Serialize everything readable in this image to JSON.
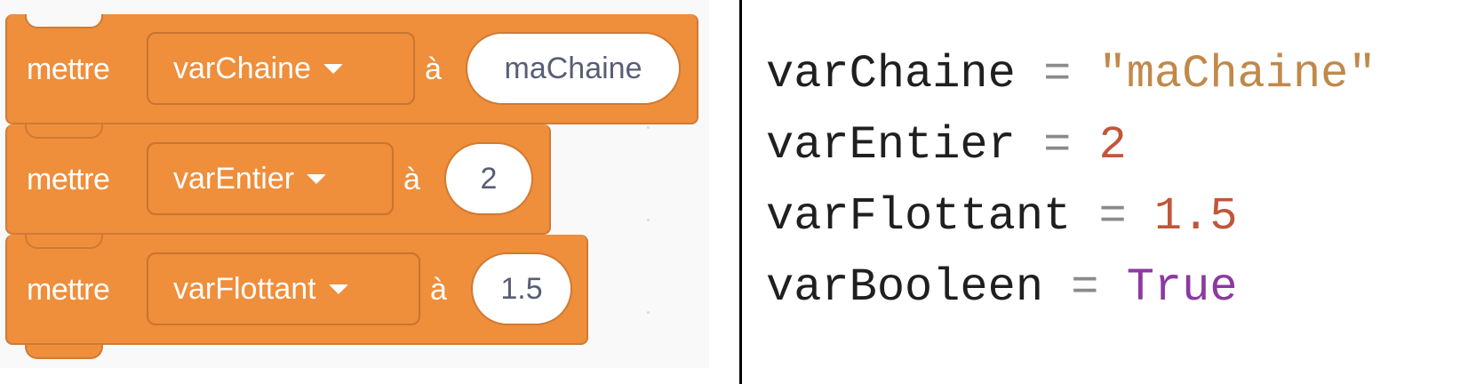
{
  "blocks": [
    {
      "keyword": "mettre",
      "variable": "varChaine",
      "preposition": "à",
      "value": "maChaine"
    },
    {
      "keyword": "mettre",
      "variable": "varEntier",
      "preposition": "à",
      "value": "2"
    },
    {
      "keyword": "mettre",
      "variable": "varFlottant",
      "preposition": "à",
      "value": "1.5"
    }
  ],
  "code": [
    {
      "name": "varChaine",
      "op": "=",
      "value": "\"maChaine\"",
      "kind": "string"
    },
    {
      "name": "varEntier",
      "op": "=",
      "value": "2",
      "kind": "number"
    },
    {
      "name": "varFlottant",
      "op": "=",
      "value": "1.5",
      "kind": "number"
    },
    {
      "name": "varBooleen",
      "op": "=",
      "value": "True",
      "kind": "boolean"
    }
  ],
  "colors": {
    "block_fill": "#ef8e3b",
    "string": "#c0894a",
    "number": "#c0563a",
    "boolean": "#8b3aa0"
  }
}
